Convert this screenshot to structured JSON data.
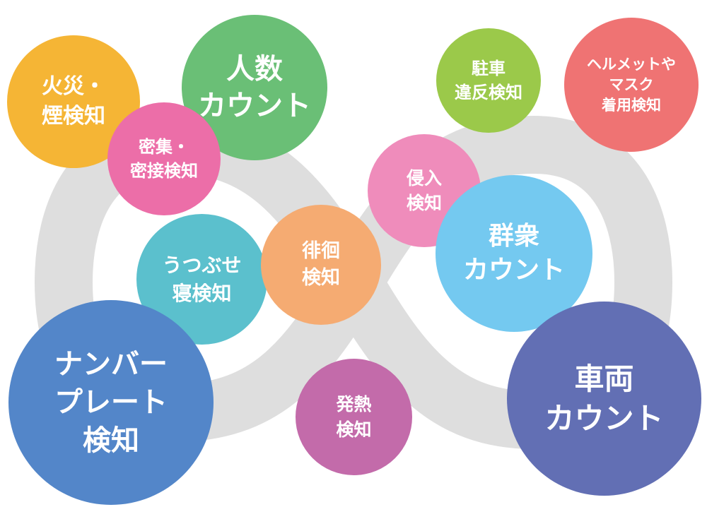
{
  "colors": {
    "infinity": "#dedede",
    "fire": "#f5b535",
    "dense": "#ec6ea8",
    "people": "#6abf76",
    "parking": "#9bc94a",
    "helmet": "#ef7373",
    "intrusion": "#ef8cbb",
    "crowd": "#74c9f0",
    "prone": "#5bc0cd",
    "loiter": "#f5ab72",
    "plate": "#5386c9",
    "fever": "#c36baa",
    "vehicle": "#626fb4"
  },
  "bubbles": {
    "fire": [
      "火災・",
      "煙検知"
    ],
    "dense": [
      "密集・",
      "密接検知"
    ],
    "people": [
      "人数",
      "カウント"
    ],
    "parking": [
      "駐車",
      "違反検知"
    ],
    "helmet": [
      "ヘルメットや",
      "マスク",
      "着用検知"
    ],
    "intrusion": [
      "侵入",
      "検知"
    ],
    "crowd": [
      "群衆",
      "カウント"
    ],
    "prone": [
      "うつぶせ",
      "寝検知"
    ],
    "loiter": [
      "徘徊",
      "検知"
    ],
    "plate": [
      "ナンバー",
      "プレート",
      "検知"
    ],
    "fever": [
      "発熱",
      "検知"
    ],
    "vehicle": [
      "車両",
      "カウント"
    ]
  }
}
